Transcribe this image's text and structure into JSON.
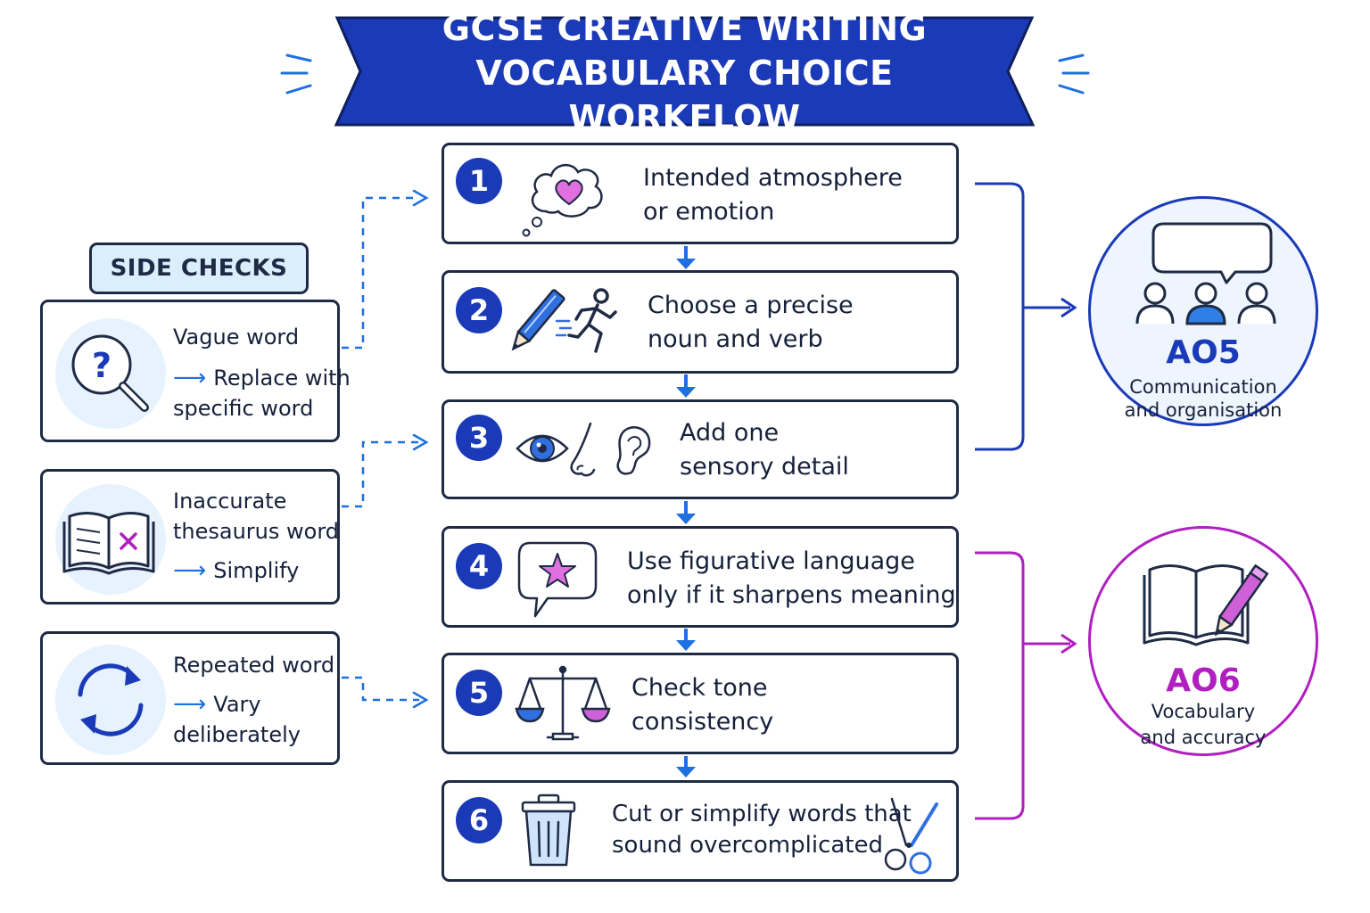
{
  "title": {
    "line1": "GCSE CREATIVE WRITING",
    "line2": "VOCABULARY CHOICE WORKFLOW"
  },
  "colors": {
    "primary": "#1a3ab8",
    "accent_blue": "#1e6fe0",
    "accent_purple": "#b01fc0",
    "pink": "#e070e0",
    "dark": "#1f2a44"
  },
  "steps": [
    {
      "number": "1",
      "line1": "Intended atmosphere",
      "line2": "or emotion",
      "icon": "thought-heart-icon"
    },
    {
      "number": "2",
      "line1": "Choose a precise",
      "line2": "noun and verb",
      "icon": "pencil-runner-icon"
    },
    {
      "number": "3",
      "line1": "Add one",
      "line2": "sensory detail",
      "icon": "senses-icon"
    },
    {
      "number": "4",
      "line1": "Use figurative language",
      "line2": "only if it sharpens meaning",
      "icon": "speech-star-icon"
    },
    {
      "number": "5",
      "line1": "Check tone",
      "line2": "consistency",
      "icon": "scales-icon"
    },
    {
      "number": "6",
      "line1": "Cut or simplify words that",
      "line2": "sound overcomplicated",
      "icon": "bin-scissors-icon"
    }
  ],
  "side_checks": {
    "label": "SIDE CHECKS",
    "items": [
      {
        "problem": "Vague word",
        "fix_line1": "Replace with",
        "fix_line2": "specific word",
        "icon": "magnifier-question-icon"
      },
      {
        "problem_line1": "Inaccurate",
        "problem_line2": "thesaurus word",
        "fix": "Simplify",
        "icon": "book-cross-icon"
      },
      {
        "problem": "Repeated word",
        "fix_line1": "Vary",
        "fix_line2": "deliberately",
        "icon": "cycle-arrows-icon"
      }
    ]
  },
  "assessment": [
    {
      "code": "AO5",
      "desc_line1": "Communication",
      "desc_line2": "and organisation",
      "icon": "group-discussion-icon"
    },
    {
      "code": "AO6",
      "desc_line1": "Vocabulary",
      "desc_line2": "and accuracy",
      "icon": "book-pencil-icon"
    }
  ]
}
